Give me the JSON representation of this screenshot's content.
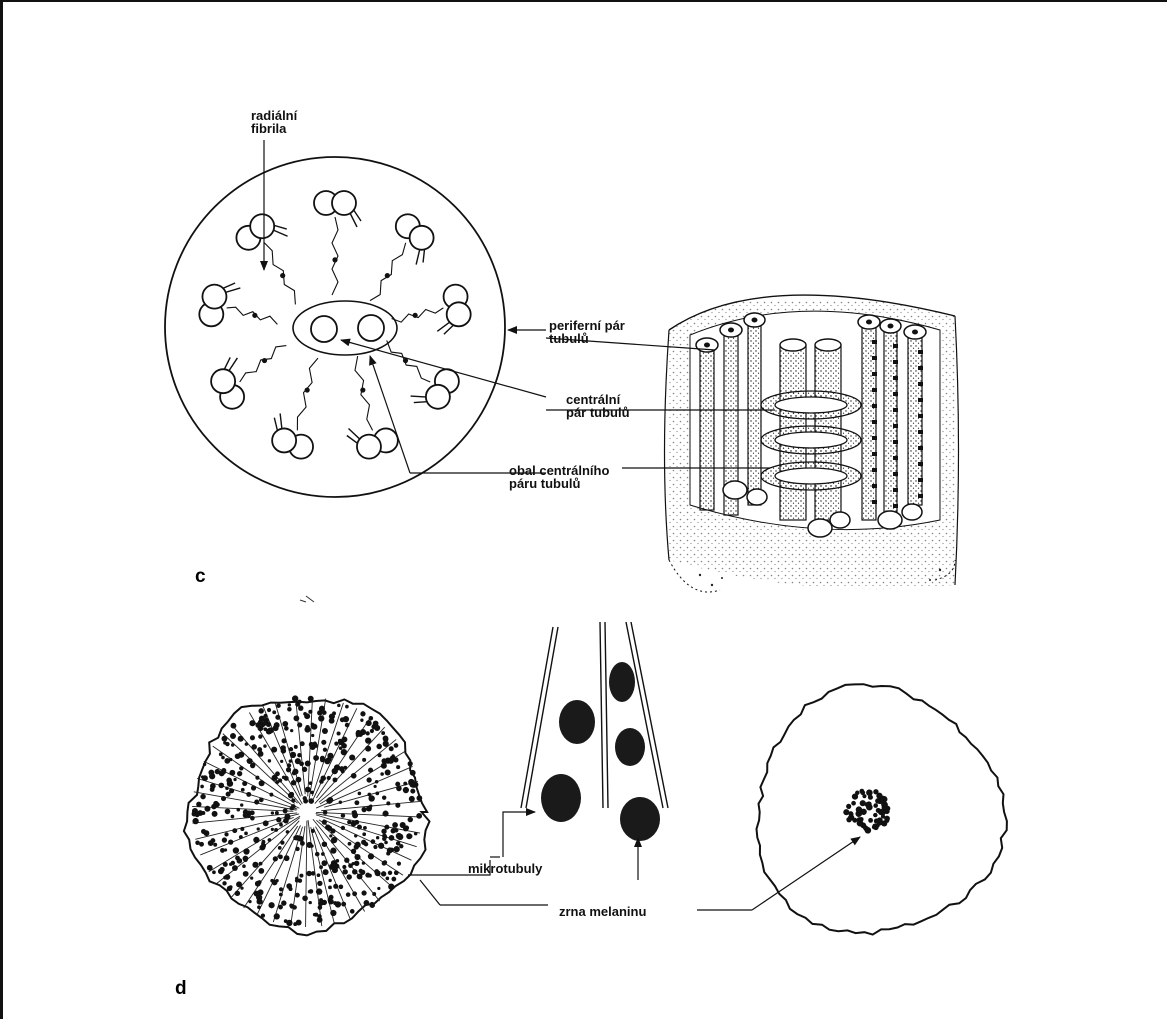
{
  "panel_c": {
    "letter": "c",
    "labels": {
      "radial_line1": "radiální",
      "radial_line2": "fibrila",
      "peripheral_line1": "periferní pár",
      "peripheral_line2": "tubulů",
      "central_line1": "centrální",
      "central_line2": "pár tubulů",
      "sheath_line1": "obal centrálního",
      "sheath_line2": "páru tubulů"
    }
  },
  "panel_d": {
    "letter": "d",
    "labels": {
      "microtubules": "mikrotubuly",
      "melanin": "zrna melaninu"
    }
  }
}
